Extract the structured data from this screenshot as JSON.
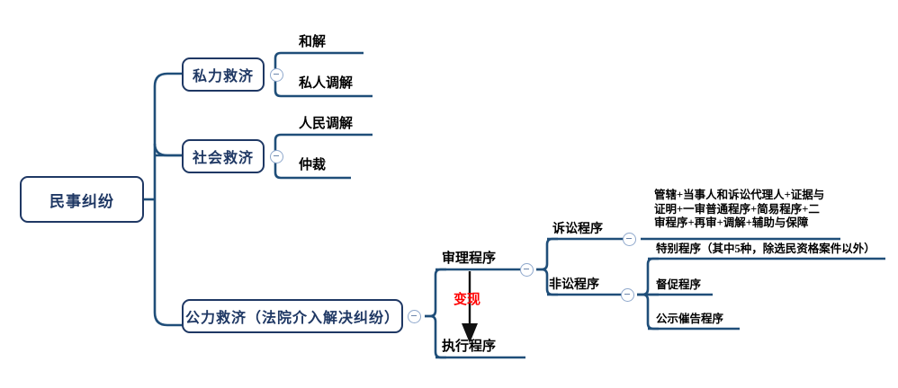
{
  "diagram": {
    "type": "mindmap",
    "title_node": "民事纠纷",
    "accent_color": "#1F3864",
    "leaf_text_color": "#000000",
    "annotation_color": "#FF0000",
    "toggle_icon": "circle-minus"
  },
  "root": {
    "label": "民事纠纷"
  },
  "branch_private": {
    "label": "私力救济",
    "children": [
      {
        "label": "和解"
      },
      {
        "label": "私人调解"
      }
    ]
  },
  "branch_social": {
    "label": "社会救济",
    "children": [
      {
        "label": "人民调解"
      },
      {
        "label": "仲裁"
      }
    ]
  },
  "branch_public": {
    "label": "公力救济（法院介入解决纠纷）",
    "children": [
      {
        "label": "审理程序"
      },
      {
        "label": "执行程序"
      }
    ],
    "annotation": "变现"
  },
  "trial_procedure": {
    "label": "审理程序",
    "children": [
      {
        "label": "诉讼程序"
      },
      {
        "label": "非讼程序"
      }
    ]
  },
  "litigation": {
    "label": "诉讼程序",
    "detail_lines": [
      "管辖+当事人和诉讼代理人+证据与",
      "证明+一审普通程序+简易程序+二",
      "审程序+再审+调解+辅助与保障"
    ]
  },
  "non_litigation": {
    "label": "非讼程序",
    "children": [
      {
        "label": "特别程序（其中5种，除选民资格案件以外）"
      },
      {
        "label": "督促程序"
      },
      {
        "label": "公示催告程序"
      }
    ]
  },
  "execution_procedure": {
    "label": "执行程序"
  }
}
